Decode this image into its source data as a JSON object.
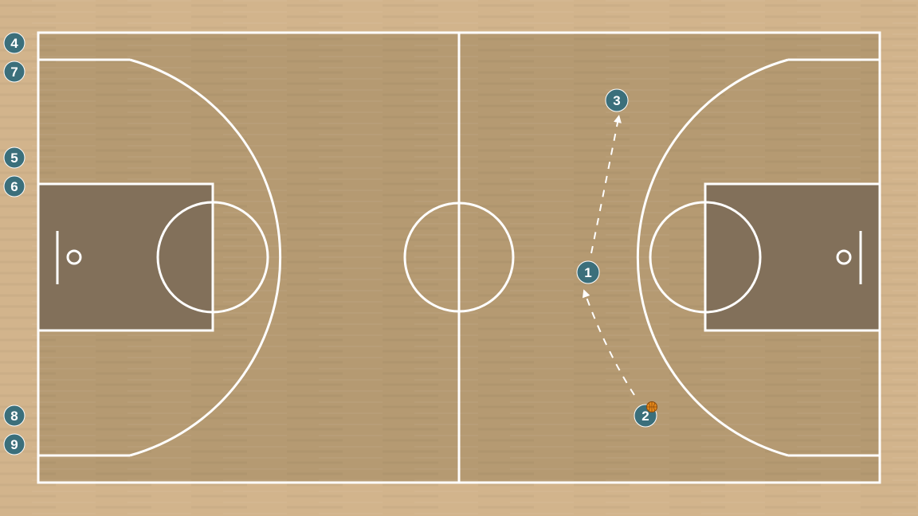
{
  "colors": {
    "outer": "#d2b48c",
    "court": "#b59a72",
    "paint": "#82705a",
    "line": "#ffffff",
    "player": "#3b6f7b",
    "ball": "#e88a1a",
    "path": "#ffffff"
  },
  "bench": [
    {
      "label": "4"
    },
    {
      "label": "7"
    },
    {
      "label": "5"
    },
    {
      "label": "6"
    },
    {
      "label": "8"
    },
    {
      "label": "9"
    }
  ],
  "court_players": [
    {
      "label": "1",
      "has_ball": false
    },
    {
      "label": "2",
      "has_ball": true
    },
    {
      "label": "3",
      "has_ball": false
    }
  ],
  "moves": [
    {
      "from": "2",
      "to": "1",
      "style": "dashed"
    },
    {
      "from": "1",
      "to": "3",
      "style": "dashed"
    }
  ]
}
